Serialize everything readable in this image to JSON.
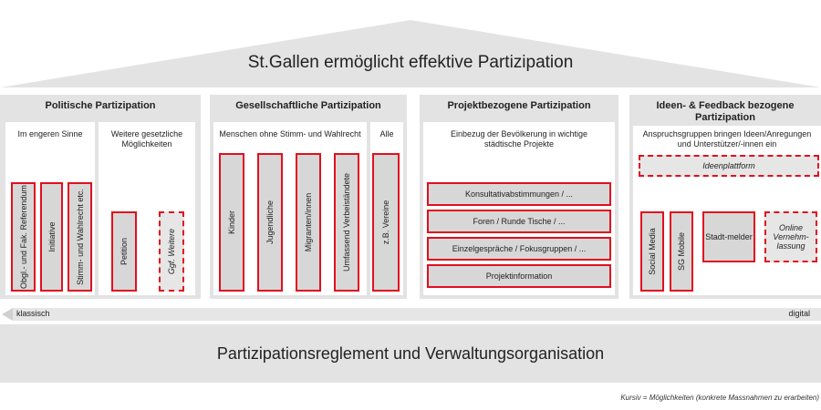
{
  "roof": {
    "title": "St.Gallen ermöglicht effektive Partizipation"
  },
  "pillars": [
    {
      "title": "Politische Partizipation",
      "sub": [
        {
          "title": "Im engeren Sinne",
          "items": [
            "Obgl.- und Fak. Referendum",
            "Initiative",
            "Stimm- und Wahlrecht etc."
          ]
        },
        {
          "title": "Weitere gesetzliche Möglichkeiten",
          "items": [
            "Petition",
            "Ggf. Weitere"
          ]
        }
      ]
    },
    {
      "title": "Gesellschaftliche Partizipation",
      "sub": [
        {
          "title": "Menschen ohne Stimm- und Wahlrecht",
          "items": [
            "Kinder",
            "Jugendliche",
            "Migranten/innen",
            "Umfassend Verbeiständete"
          ]
        },
        {
          "title": "Alle",
          "items": [
            "z.B. Vereine"
          ]
        }
      ]
    },
    {
      "title": "Projektbezogene Partizipation",
      "sub": [
        {
          "title": "Einbezug der Bevölkerung in wichtige städtische Projekte",
          "items": [
            "Konsultativabstimmungen / ...",
            "Foren / Runde Tische / ...",
            "Einzelgespräche / Fokusgruppen / ...",
            "Projektinformation"
          ]
        }
      ]
    },
    {
      "title": "Ideen- & Feedback bezogene Partizipation",
      "sub": [
        {
          "title": "Anspruchsgruppen bringen Ideen/Anregungen und Unterstützer/-innen ein",
          "items": [
            "Ideenplattform",
            "Social Media",
            "SG Mobile",
            "Stadt-melder",
            "Online Vernehm-lassung"
          ]
        }
      ]
    }
  ],
  "arrow": {
    "left": "klassisch",
    "right": "digital"
  },
  "foundation": {
    "title": "Partizipationsreglement und Verwaltungsorganisation"
  },
  "footnote": "Kursiv = Möglichkeiten (konkrete Massnahmen zu erarbeiten)",
  "colors": {
    "accent": "#e0101e",
    "panel": "#e3e3e3",
    "box": "#d7d7d7"
  }
}
